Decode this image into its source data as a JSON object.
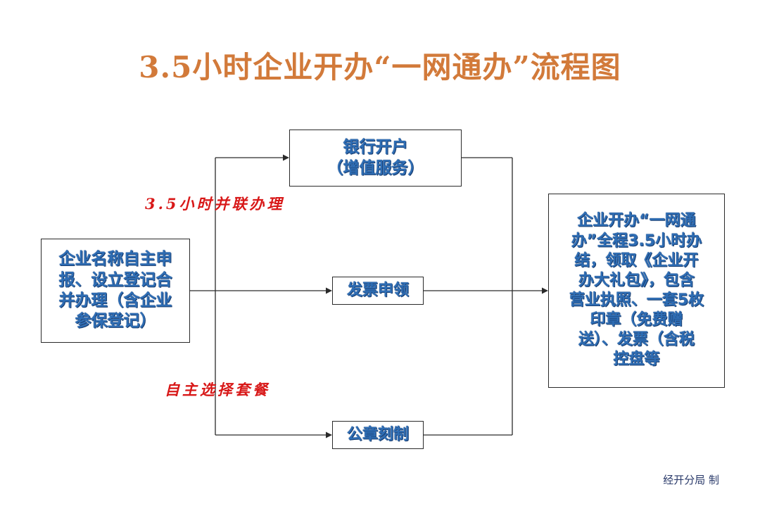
{
  "title": "3.5小时企业开办“一网通办”流程图",
  "nodes": {
    "start": {
      "lines": [
        "企业名称自主申",
        "报、设立登记合",
        "并办理（含企业",
        "参保登记）"
      ]
    },
    "bank": {
      "lines": [
        "银行开户",
        "（增值服务）"
      ]
    },
    "invoice": {
      "lines": [
        "发票申领"
      ]
    },
    "seal": {
      "lines": [
        "公章刻制"
      ]
    },
    "result": {
      "lines": [
        "企业开办“一网通",
        "办”全程3.5小时办",
        "结，领取《企业开",
        "办大礼包》，包含",
        "营业执照、一套5枚",
        "印章（免费赠",
        "送）、发票（含税",
        "控盘等"
      ]
    }
  },
  "labels": {
    "parallel": "3.5小时并联办理",
    "package": "自主选择套餐"
  },
  "footer": "经开分局 制",
  "colors": {
    "title": "#d27a3a",
    "node_text": "#2e6db4",
    "label_text": "#d81818",
    "lines": "#2a2a2a"
  }
}
